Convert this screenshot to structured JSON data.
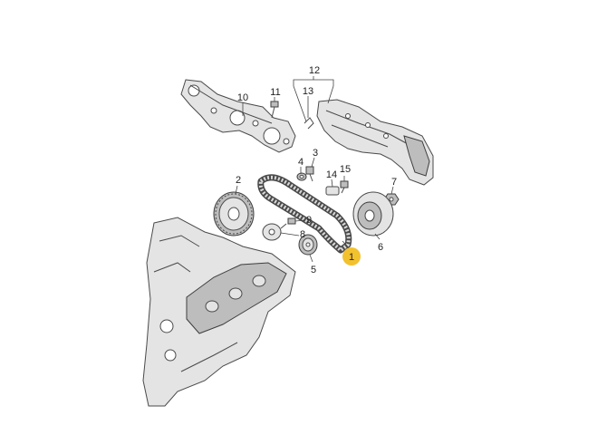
{
  "diagram": {
    "callouts": [
      {
        "id": "c1",
        "label": "1",
        "highlight": true
      },
      {
        "id": "c2",
        "label": "2"
      },
      {
        "id": "c3",
        "label": "3"
      },
      {
        "id": "c4",
        "label": "4"
      },
      {
        "id": "c5",
        "label": "5"
      },
      {
        "id": "c6",
        "label": "6"
      },
      {
        "id": "c7",
        "label": "7"
      },
      {
        "id": "c8",
        "label": "8"
      },
      {
        "id": "c9",
        "label": "9"
      },
      {
        "id": "c10",
        "label": "10"
      },
      {
        "id": "c11",
        "label": "11"
      },
      {
        "id": "c12",
        "label": "12"
      },
      {
        "id": "c13",
        "label": "13"
      },
      {
        "id": "c14",
        "label": "14"
      },
      {
        "id": "c15",
        "label": "15"
      }
    ],
    "colors": {
      "highlight": "#f2c12e",
      "outline": "#4a4a4a",
      "part_fill": "#e4e4e4",
      "background": "#ffffff"
    }
  }
}
